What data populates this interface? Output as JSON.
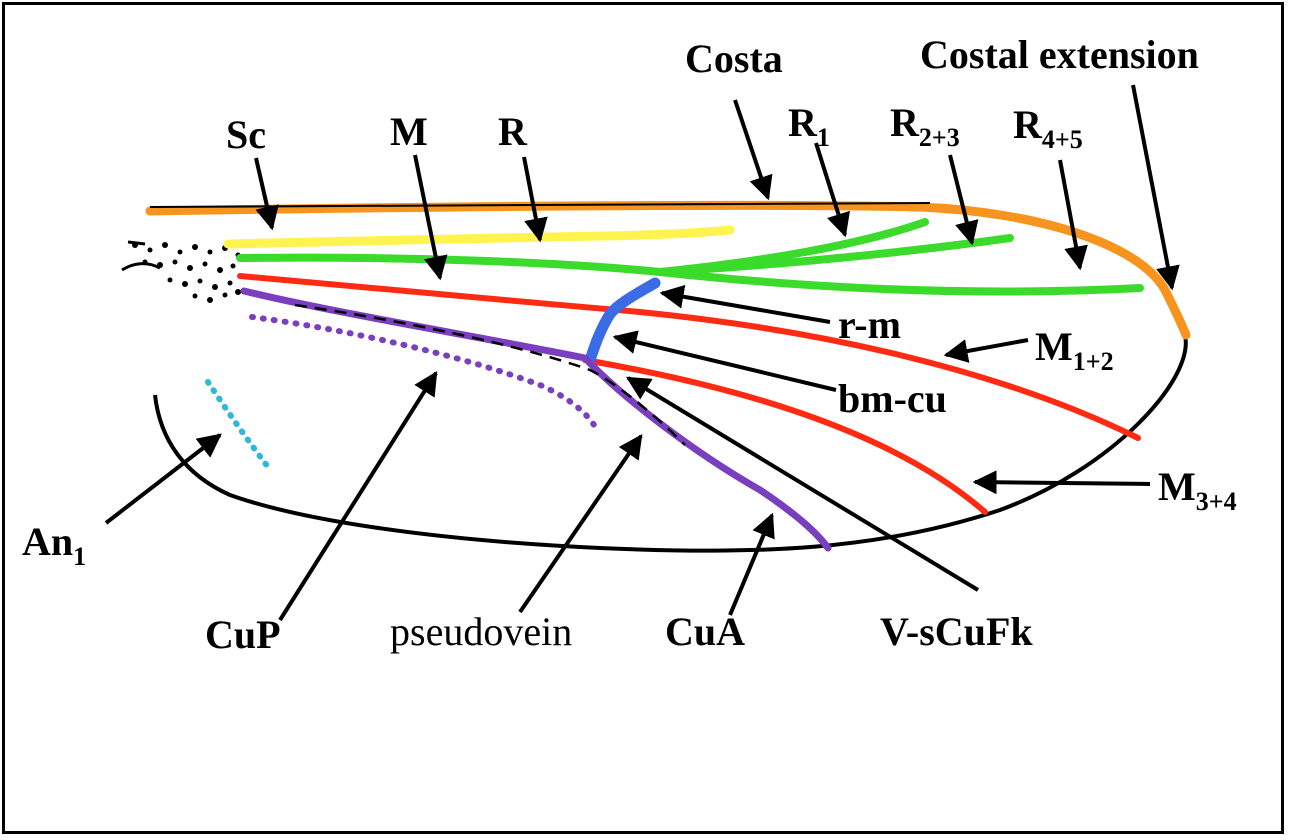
{
  "diagram": {
    "labels": {
      "costa": "Costa",
      "costal_extension": "Costal extension",
      "sc": "Sc",
      "m": "M",
      "r": "R",
      "r1_base": "R",
      "r1_sub": "1",
      "r23_base": "R",
      "r23_sub": "2+3",
      "r45_base": "R",
      "r45_sub": "4+5",
      "rm": "r-m",
      "m12_base": "M",
      "m12_sub": "1+2",
      "bmcu": "bm-cu",
      "m34_base": "M",
      "m34_sub": "3+4",
      "an1_base": "An",
      "an1_sub": "1",
      "cup": "CuP",
      "pseudovein": "pseudovein",
      "cua": "CuA",
      "vscufk": "V-sCuFk"
    },
    "colors": {
      "costa": "#F7941D",
      "subcosta": "#FFF44F",
      "radius": "#3BDB2C",
      "media": "#FF2A12",
      "crossvein": "#3B6CE6",
      "cubitus": "#7A3FBF",
      "anal": "#2FB8D6",
      "outline": "#000000"
    }
  }
}
